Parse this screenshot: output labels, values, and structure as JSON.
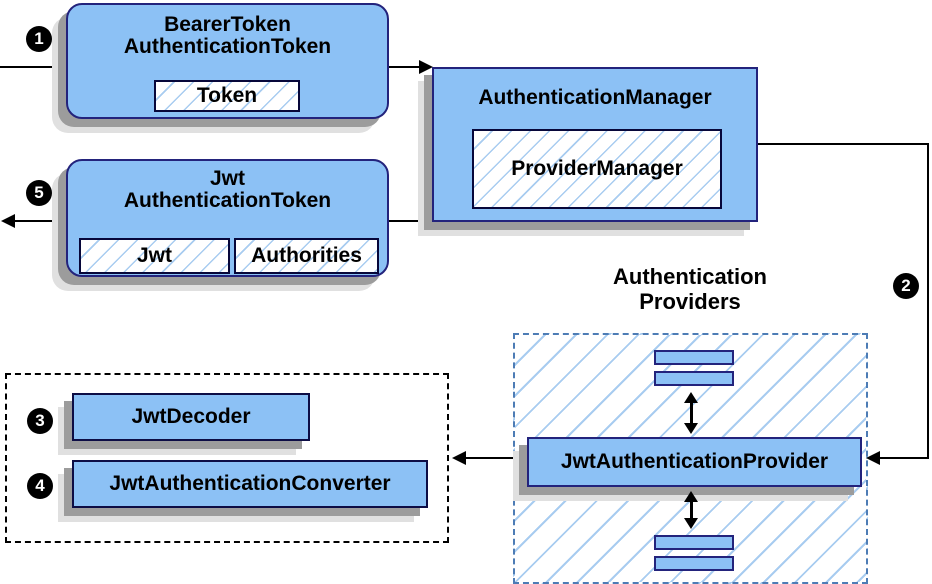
{
  "colors": {
    "node_fill": "#8cc1f5",
    "node_border": "#23237c",
    "chip_border": "#07073a",
    "hatch_blue": "#a8ccf0",
    "providers_dashed_border": "#4d7cb5",
    "converters_dashed_border": "#000000",
    "connector": "#000000",
    "shadow_dark": "#9c9c9c",
    "shadow_light": "#e0e0e0",
    "badge_bg": "#000000",
    "badge_text": "#ffffff"
  },
  "nodes": {
    "bearer_token": {
      "title_line1": "BearerToken",
      "title_line2": "AuthenticationToken",
      "field": "Token"
    },
    "authentication_manager": {
      "title": "AuthenticationManager",
      "field": "ProviderManager"
    },
    "jwt_authentication_token": {
      "title_line1": "Jwt",
      "title_line2": "AuthenticationToken",
      "field1": "Jwt",
      "field2": "Authorities"
    },
    "providers_group": {
      "label_line1": "Authentication",
      "label_line2": "Providers",
      "provider": "JwtAuthenticationProvider"
    },
    "support_group": {
      "decoder": "JwtDecoder",
      "converter": "JwtAuthenticationConverter"
    }
  },
  "steps": {
    "s1": "1",
    "s2": "2",
    "s3": "3",
    "s4": "4",
    "s5": "5"
  }
}
